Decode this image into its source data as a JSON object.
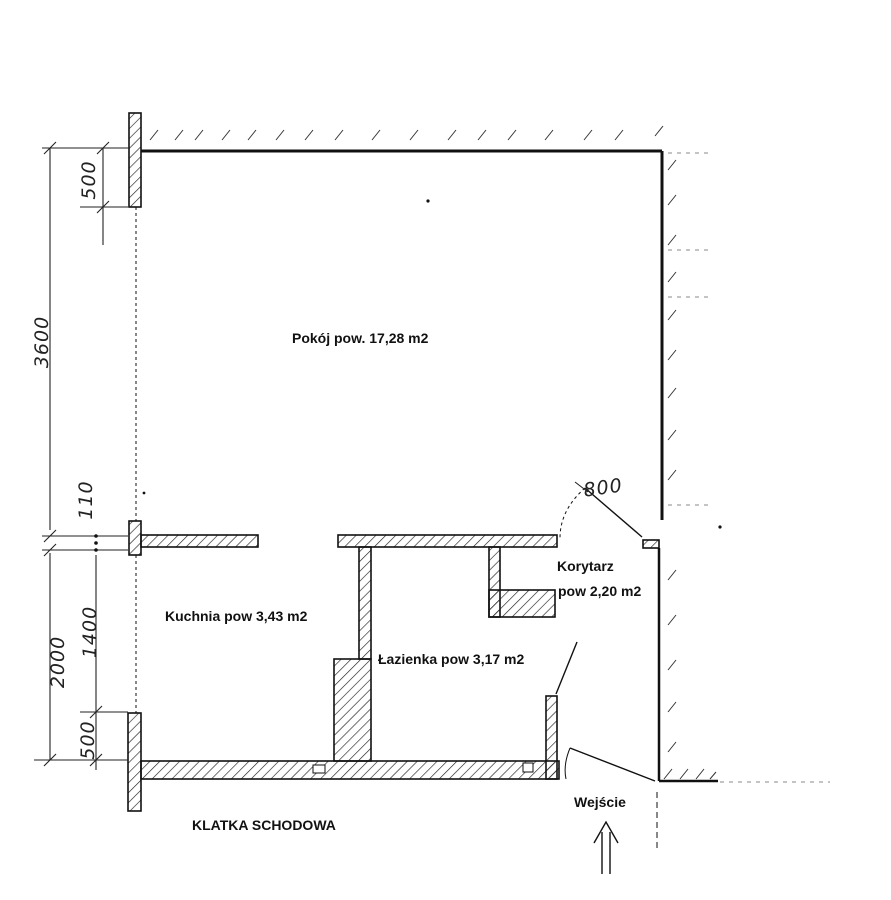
{
  "rooms": {
    "pokoj": "Pokój  pow. 17,28 m2",
    "kuchnia": "Kuchnia pow 3,43 m2",
    "lazienka": "Łazienka pow 3,17 m2",
    "korytarz_line1": "Korytarz",
    "korytarz_line2": "pow 2,20 m2"
  },
  "labels": {
    "stairwell": "KLATKA SCHODOWA",
    "entrance": "Wejście"
  },
  "dimensions": {
    "d500_top": "500",
    "d3600": "3600",
    "d110": "110",
    "d2000": "2000",
    "d1400": "1400",
    "d500_bottom": "500",
    "door_width": "800"
  },
  "colors": {
    "ink": "#111111",
    "paper": "#ffffff"
  }
}
